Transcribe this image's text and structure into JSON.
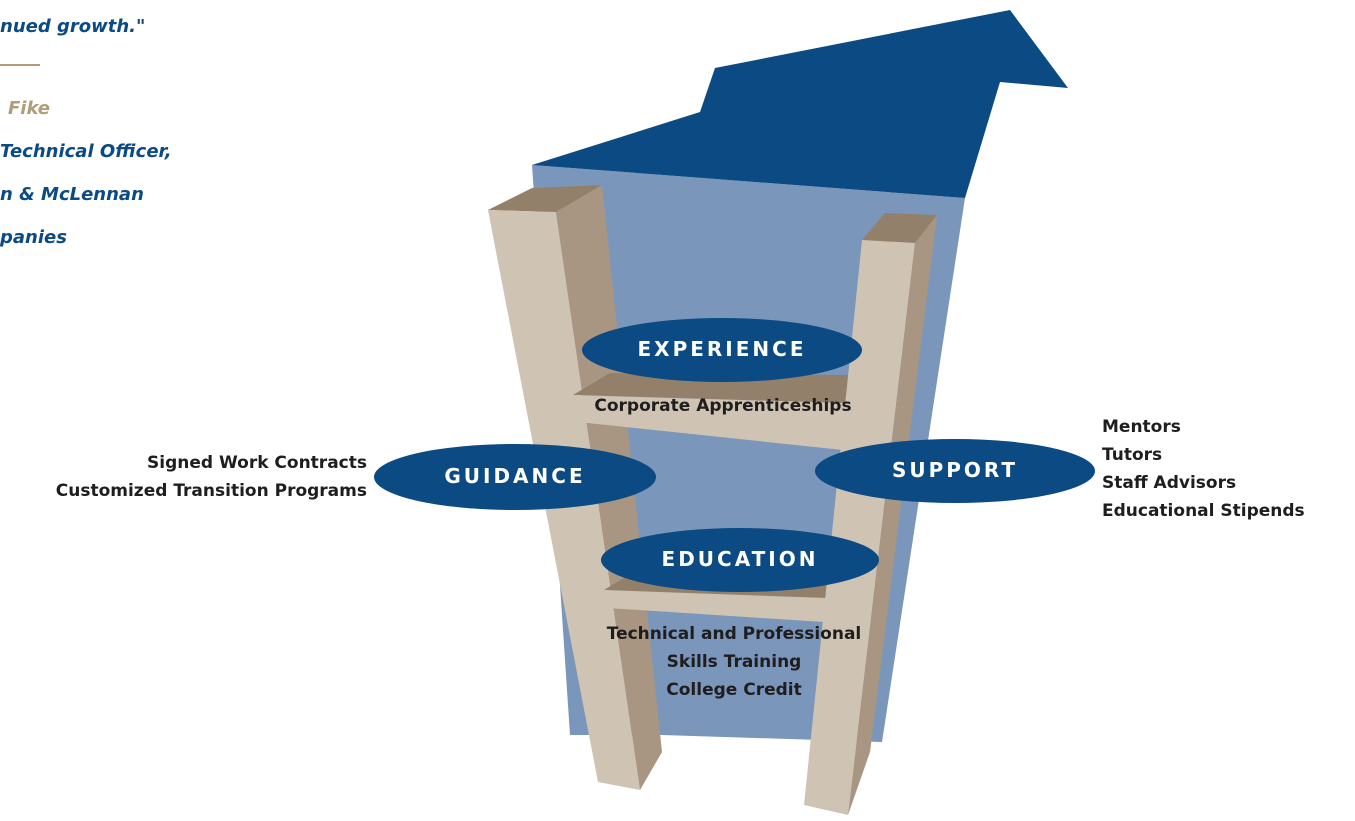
{
  "quote": {
    "line1": "nued growth.\"",
    "name": "Fike",
    "role_lines": [
      "Technical Officer,",
      "n & McLennan",
      "panies"
    ]
  },
  "stages": {
    "experience": "EXPERIENCE",
    "guidance": "GUIDANCE",
    "support": "SUPPORT",
    "education": "EDUCATION"
  },
  "experience_items": [
    "Corporate Apprenticeships"
  ],
  "guidance_items": [
    "Signed Work Contracts",
    "Customized Transition Programs"
  ],
  "support_items": [
    "Mentors",
    "Tutors",
    "Staff Advisors",
    "Educational Stipends"
  ],
  "education_items": [
    "Technical and Professional",
    "Skills Training",
    "College Credit"
  ],
  "colors": {
    "navy": "#0b4a83",
    "panel_blue": "#7b96bb",
    "ladder_light": "#cfc3b3",
    "ladder_dark": "#a89682",
    "ladder_top": "#93806a",
    "gold": "#b19c7a",
    "text_dark": "#1f1d1e"
  }
}
